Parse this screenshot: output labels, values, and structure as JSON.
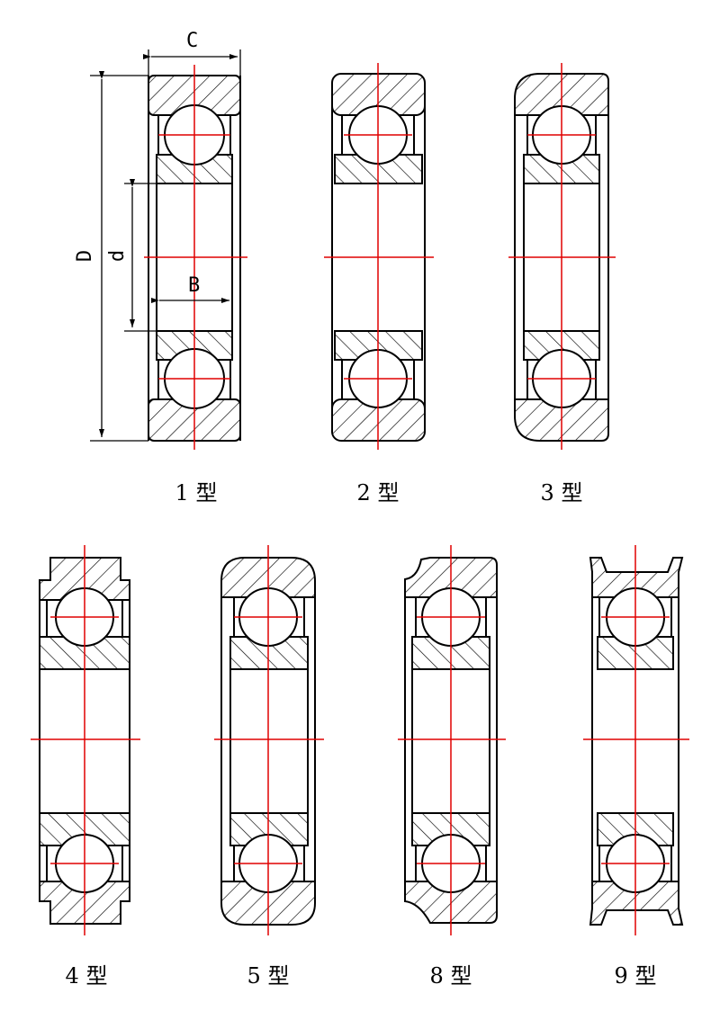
{
  "dimensions": {
    "C": "C",
    "D": "D",
    "d": "d",
    "B": "B"
  },
  "bearings": [
    {
      "id": "type-1",
      "label": "1 型",
      "variant": "plain"
    },
    {
      "id": "type-2",
      "label": "2 型",
      "variant": "rounded-outer"
    },
    {
      "id": "type-3",
      "label": "3 型",
      "variant": "large-radius"
    },
    {
      "id": "type-4",
      "label": "4 型",
      "variant": "stepped"
    },
    {
      "id": "type-5",
      "label": "5 型",
      "variant": "rounded-outer"
    },
    {
      "id": "type-8",
      "label": "8 型",
      "variant": "notched"
    },
    {
      "id": "type-9",
      "label": "9 型",
      "variant": "v-groove"
    }
  ],
  "colors": {
    "line": "#000000",
    "centerline": "#e00000"
  }
}
